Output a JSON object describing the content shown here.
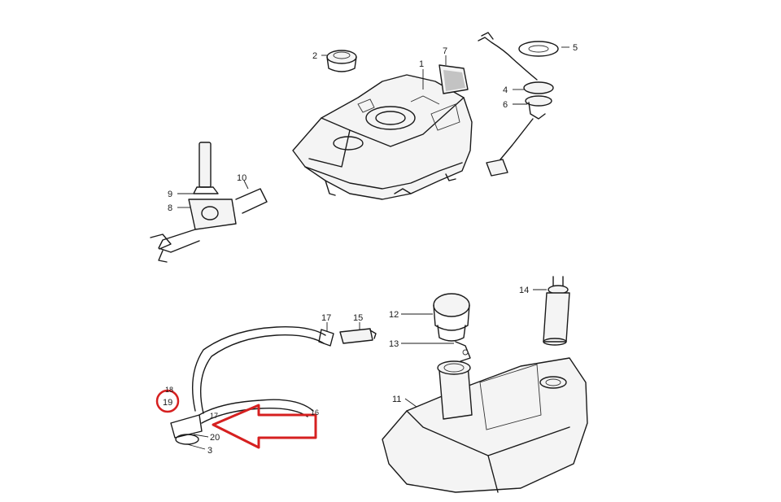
{
  "callouts": {
    "c1": "1",
    "c2": "2",
    "c3": "3",
    "c4": "4",
    "c5": "5",
    "c6": "6",
    "c7": "7",
    "c8": "8",
    "c9": "9",
    "c10": "10",
    "c11": "11",
    "c12": "12",
    "c13": "13",
    "c14": "14",
    "c15": "15",
    "c16": "16",
    "c17a": "17",
    "c17b": "17",
    "c18": "18",
    "c19": "19",
    "c20": "20"
  },
  "colors": {
    "ink": "#1a1a1a",
    "highlight": "#d62020",
    "paper": "#ffffff"
  },
  "icons": {
    "highlight_circle": "circle-highlight-icon",
    "pointer_arrow": "arrow-left-icon"
  }
}
